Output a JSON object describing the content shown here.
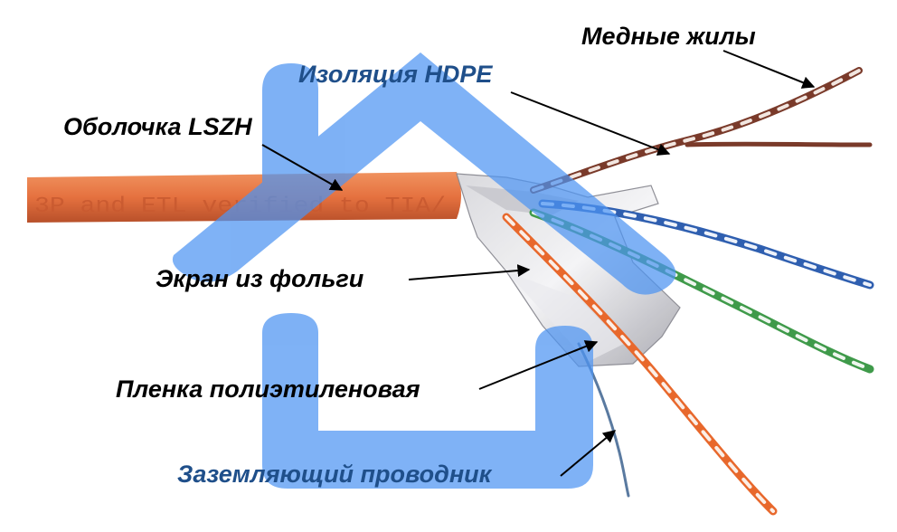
{
  "labels": {
    "copper_conductors": "Медные жилы",
    "insulation": "Изоляция HDPE",
    "sheath": "Оболочка LSZH",
    "foil_shield": "Экран из фольги",
    "pe_film": "Пленка полиэтиленовая",
    "ground_wire": "Заземляющий проводник"
  },
  "jacket_print": "3P and ETL verified to TIA/",
  "colors": {
    "jacket_orange": "#e5713f",
    "watermark_blue": "#4d94f2",
    "label_blue": "#1f4f8a",
    "pair_brown": "#7a3a2a",
    "pair_blue": "#2f5fb0",
    "pair_green": "#3f9a4a",
    "pair_orange": "#e8682c"
  },
  "icons": {
    "watermark": "house-icon"
  }
}
